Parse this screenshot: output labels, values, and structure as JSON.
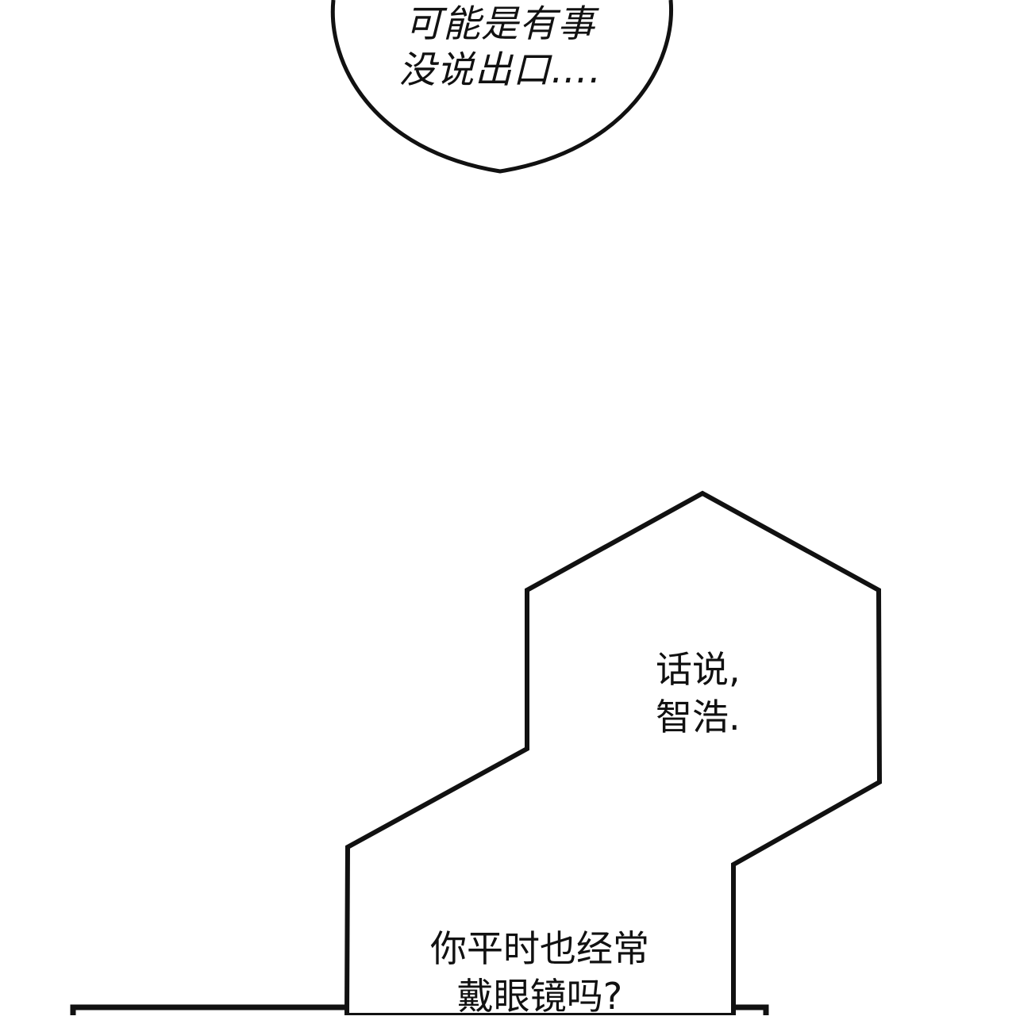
{
  "panel": {
    "background": "#ffffff",
    "ink_color": "#111111"
  },
  "speech_bubbles": {
    "top": {
      "shape": "round",
      "lines": [
        "可能是有事",
        "没说出口…."
      ]
    },
    "middle": {
      "shape": "jagged-hexagon",
      "lines": [
        "话说,",
        "智浩."
      ]
    },
    "bottom": {
      "shape": "jagged-hexagon",
      "lines": [
        "你平时也经常",
        "戴眼镜吗?"
      ]
    }
  }
}
